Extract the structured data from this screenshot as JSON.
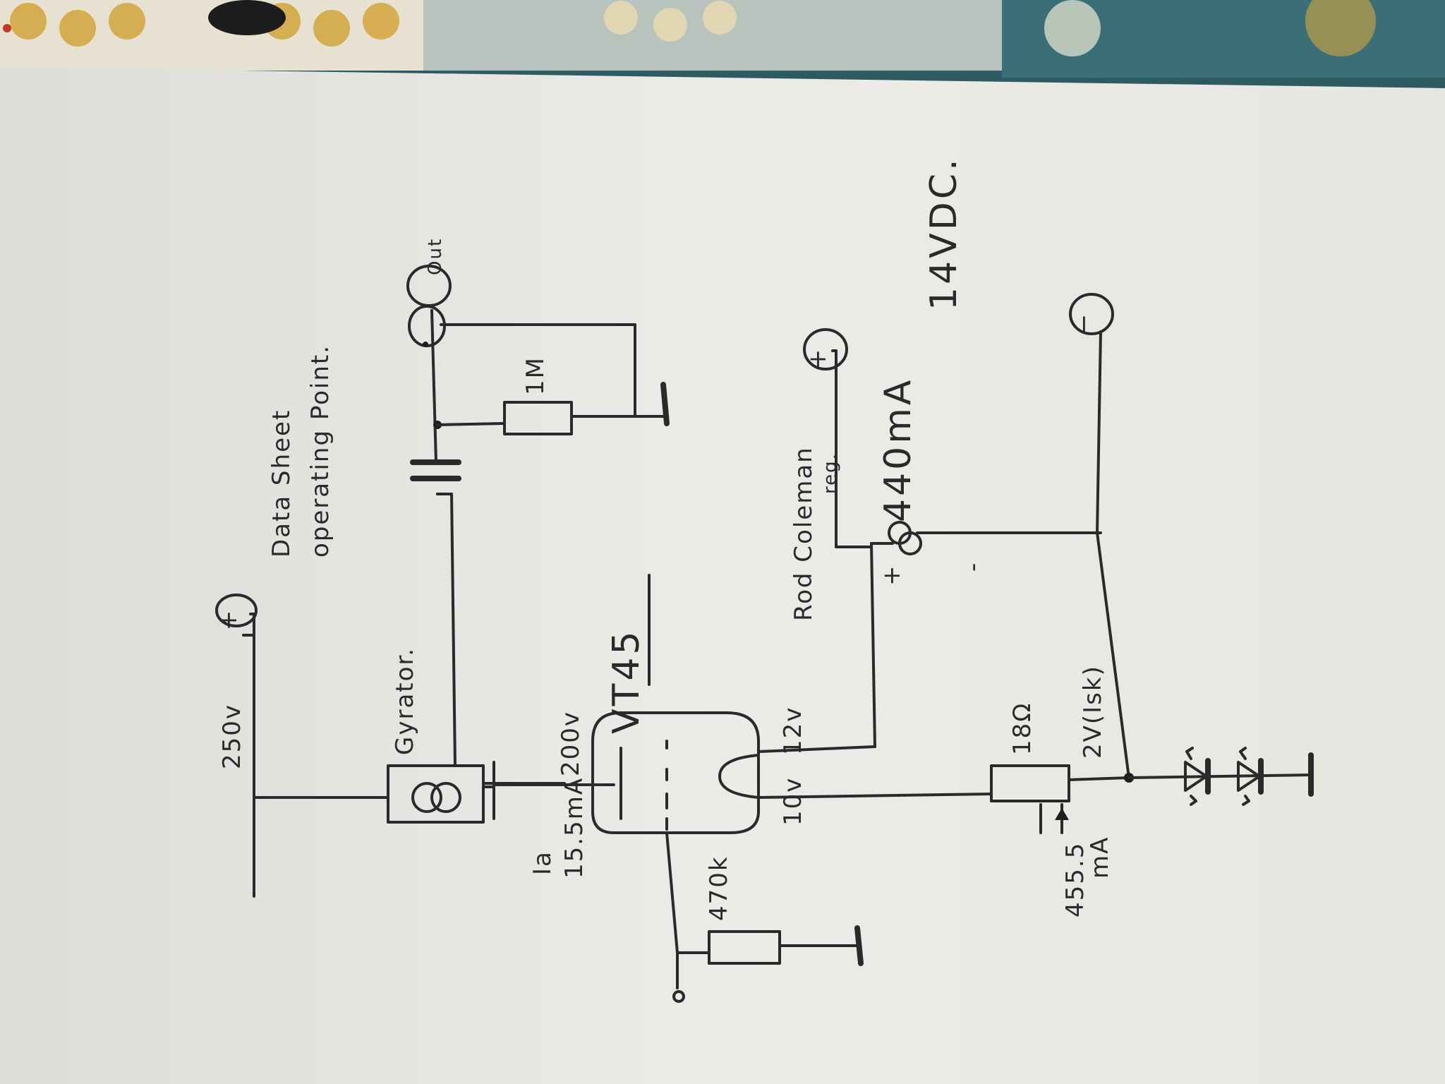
{
  "labels": {
    "supply_voltage": "250v",
    "gyrator": "Gyrator.",
    "anode_voltage": "200v",
    "anode_current_label": "Ia",
    "anode_current_value": "15.5mA",
    "tube_name": "VT45",
    "grid_resistor": "470k",
    "filament_plus_voltage": "12v",
    "filament_minus_voltage": "10v",
    "datasheet_line1": "Data Sheet",
    "datasheet_line2": "operating Point.",
    "output_resistor": "1M",
    "output": "Out",
    "regulator_line1": "Rod Coleman",
    "regulator_line2": "reg.",
    "regulator_current": "440mA",
    "regulator_plus": "+",
    "regulator_minus": "-",
    "dc_voltage": "14VDC.",
    "sense_resistor": "18Ω",
    "sense_voltage": "2V(Isk)",
    "filament_current_value": "455.5",
    "filament_current_unit": "mA",
    "plus_symbol": "+",
    "minus_symbol": "−"
  }
}
